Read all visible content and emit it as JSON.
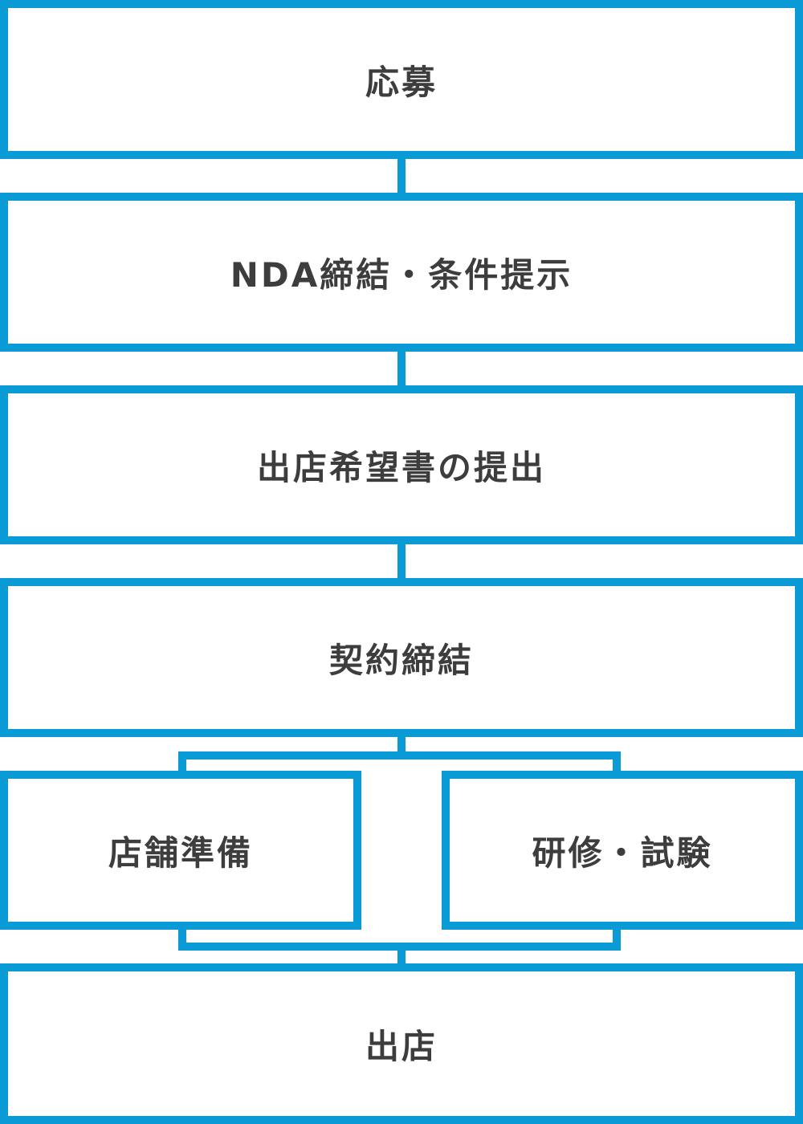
{
  "steps": {
    "apply": "応募",
    "nda": "NDA締結・条件提示",
    "application_doc": "出店希望書の提出",
    "contract": "契約締結",
    "store_prep": "店舗準備",
    "training": "研修・試験",
    "open": "出店"
  },
  "colors": {
    "border": "#0a9bd6",
    "text": "#3d3d3d",
    "background": "#ffffff"
  }
}
